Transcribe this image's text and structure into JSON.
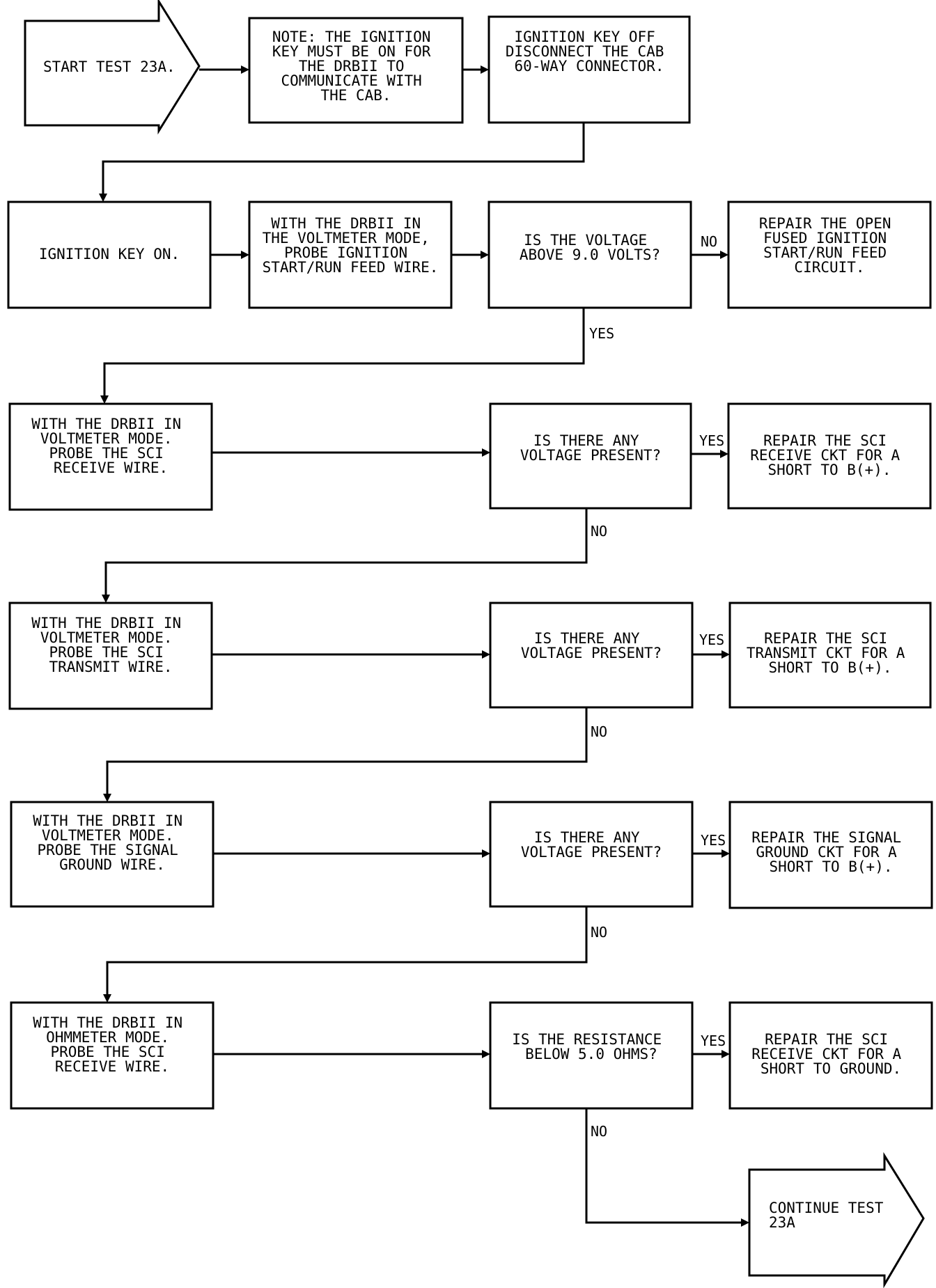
{
  "start": {
    "lines": [
      "START TEST 23A."
    ]
  },
  "note": {
    "lines": [
      "NOTE: THE IGNITION",
      "KEY MUST BE ON FOR",
      "THE DRBII TO",
      "COMMUNICATE WITH",
      "THE CAB."
    ]
  },
  "disconnect": {
    "lines": [
      "IGNITION KEY OFF",
      "DISCONNECT THE CAB",
      "60-WAY CONNECTOR."
    ]
  },
  "ign_on": {
    "lines": [
      "IGNITION KEY ON."
    ]
  },
  "probe_feed": {
    "lines": [
      "WITH THE DRBII IN",
      "THE VOLTMETER MODE,",
      "PROBE IGNITION",
      "START/RUN FEED WIRE."
    ]
  },
  "q_voltage": {
    "lines": [
      "IS THE VOLTAGE",
      "ABOVE 9.0 VOLTS?"
    ]
  },
  "repair_feed": {
    "lines": [
      "REPAIR THE OPEN",
      "FUSED IGNITION",
      "START/RUN FEED",
      "CIRCUIT."
    ]
  },
  "probe_receive": {
    "lines": [
      "WITH THE DRBII IN",
      "VOLTMETER MODE.",
      "PROBE THE SCI",
      "RECEIVE WIRE."
    ]
  },
  "q_present_1": {
    "lines": [
      "IS THERE ANY",
      "VOLTAGE PRESENT?"
    ]
  },
  "repair_receive_short": {
    "lines": [
      "REPAIR THE SCI",
      "RECEIVE CKT FOR A",
      "SHORT TO B(+)."
    ]
  },
  "probe_transmit": {
    "lines": [
      "WITH THE DRBII IN",
      "VOLTMETER MODE.",
      "PROBE THE SCI",
      "TRANSMIT WIRE."
    ]
  },
  "q_present_2": {
    "lines": [
      "IS THERE ANY",
      "VOLTAGE PRESENT?"
    ]
  },
  "repair_transmit_short": {
    "lines": [
      "REPAIR THE SCI",
      "TRANSMIT CKT FOR A",
      "SHORT TO B(+)."
    ]
  },
  "probe_ground": {
    "lines": [
      "WITH THE DRBII IN",
      "VOLTMETER MODE.",
      "PROBE THE SIGNAL",
      "GROUND WIRE."
    ]
  },
  "q_present_3": {
    "lines": [
      "IS THERE ANY",
      "VOLTAGE PRESENT?"
    ]
  },
  "repair_ground_short": {
    "lines": [
      "REPAIR THE SIGNAL",
      "GROUND CKT FOR A",
      "SHORT TO B(+)."
    ]
  },
  "probe_ohm": {
    "lines": [
      "WITH THE DRBII IN",
      "OHMMETER MODE.",
      "PROBE THE SCI",
      "RECEIVE WIRE."
    ]
  },
  "q_resistance": {
    "lines": [
      "IS THE RESISTANCE",
      "BELOW 5.0 OHMS?"
    ]
  },
  "repair_receive_ground": {
    "lines": [
      "REPAIR THE SCI",
      "RECEIVE CKT FOR A",
      "SHORT TO GROUND."
    ]
  },
  "continue": {
    "lines": [
      "CONTINUE TEST",
      "23A"
    ]
  },
  "labels": {
    "yes": "YES",
    "no": "NO"
  }
}
